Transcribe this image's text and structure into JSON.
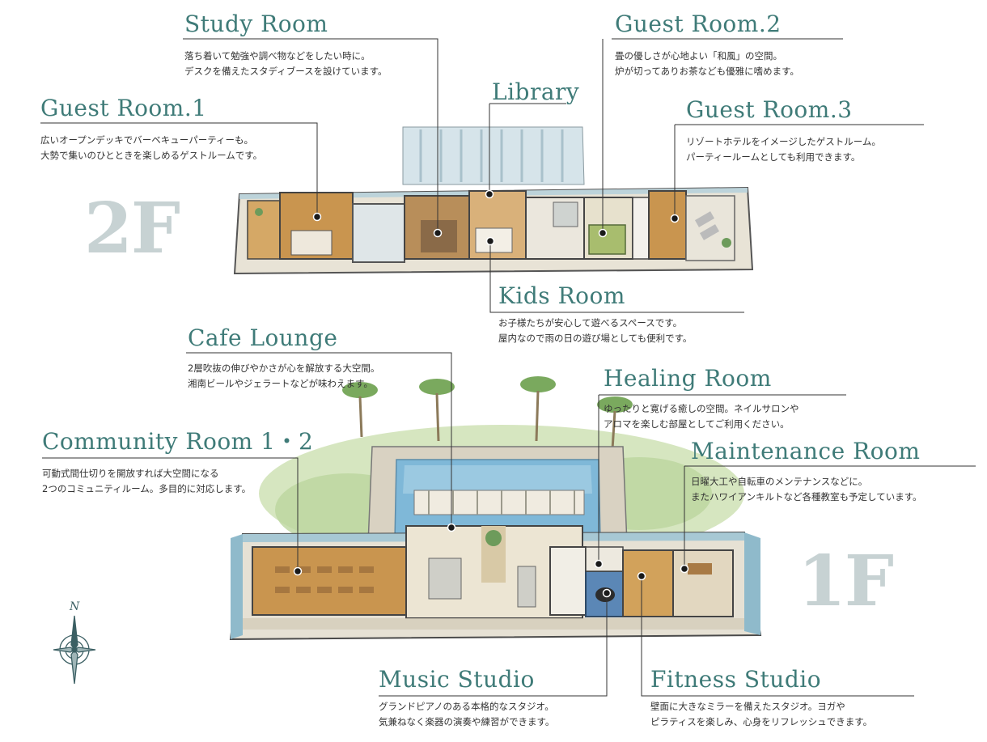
{
  "floors": {
    "upper": "2F",
    "lower": "1F"
  },
  "compass": {
    "north_label": "N"
  },
  "rooms": [
    {
      "id": "study-room",
      "title": "Study Room",
      "desc": [
        "落ち着いて勉強や調べ物などをしたい時に。",
        "デスクを備えたスタディブースを設けています。"
      ]
    },
    {
      "id": "guest-room-2",
      "title": "Guest Room.2",
      "desc": [
        "畳の優しさが心地よい「和風」の空間。",
        "炉が切ってありお茶なども優雅に嗜めます。"
      ]
    },
    {
      "id": "library",
      "title": "Library",
      "desc": []
    },
    {
      "id": "guest-room-1",
      "title": "Guest Room.1",
      "desc": [
        "広いオープンデッキでバーベキューパーティーも。",
        "大勢で集いのひとときを楽しめるゲストルームです。"
      ]
    },
    {
      "id": "guest-room-3",
      "title": "Guest Room.3",
      "desc": [
        "リゾートホテルをイメージしたゲストルーム。",
        "パーティールームとしても利用できます。"
      ]
    },
    {
      "id": "kids-room",
      "title": "Kids Room",
      "desc": [
        "お子様たちが安心して遊べるスペースです。",
        "屋内なので雨の日の遊び場としても便利です。"
      ]
    },
    {
      "id": "cafe-lounge",
      "title": "Cafe Lounge",
      "desc": [
        "2層吹抜の伸びやかさが心を解放する大空間。",
        "湘南ビールやジェラートなどが味わえます。"
      ]
    },
    {
      "id": "healing-room",
      "title": "Healing Room",
      "desc": [
        "ゆったりと寛げる癒しの空間。ネイルサロンや",
        "アロマを楽しむ部屋としてご利用ください。"
      ]
    },
    {
      "id": "community-room",
      "title": "Community Room 1・2",
      "desc": [
        "可動式間仕切りを開放すれば大空間になる",
        "2つのコミュニティルーム。多目的に対応します。"
      ]
    },
    {
      "id": "maintenance-room",
      "title": "Maintenance Room",
      "desc": [
        "日曜大工や自転車のメンテナンスなどに。",
        "またハワイアンキルトなど各種教室も予定しています。"
      ]
    },
    {
      "id": "music-studio",
      "title": "Music Studio",
      "desc": [
        "グランドピアノのある本格的なスタジオ。",
        "気兼ねなく楽器の演奏や練習ができます。"
      ]
    },
    {
      "id": "fitness-studio",
      "title": "Fitness Studio",
      "desc": [
        "壁面に大きなミラーを備えたスタジオ。ヨガや",
        "ピラティスを楽しみ、心身をリフレッシュできます。"
      ]
    }
  ],
  "colors": {
    "title": "#3f7b78",
    "floor_label": "#c7d2d3",
    "wood": "#c9954f",
    "pool": "#7fb8d8",
    "lawn": "#b9d39a",
    "wall": "#4a4a4a"
  }
}
